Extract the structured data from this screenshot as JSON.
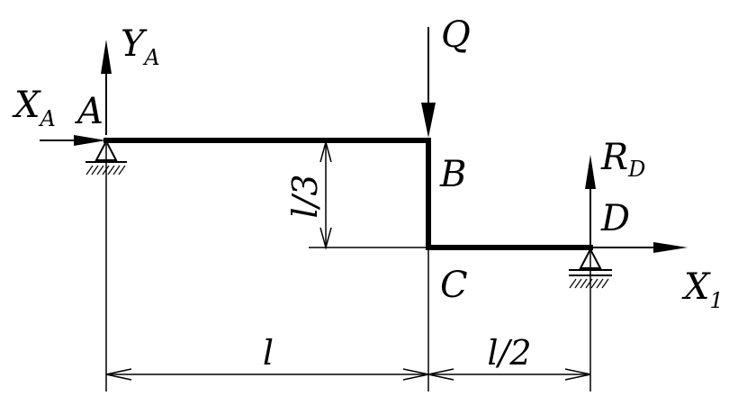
{
  "labels": {
    "point_a": "A",
    "point_b": "B",
    "point_c": "C",
    "point_d": "D",
    "force_q": "Q",
    "reaction_ya_main": "Y",
    "reaction_ya_sub": "A",
    "reaction_xa_main": "X",
    "reaction_xa_sub": "A",
    "reaction_rd_main": "R",
    "reaction_rd_sub": "D",
    "axis_x1_main": "X",
    "axis_x1_sub": "1"
  },
  "dimensions": {
    "span_ab": "l",
    "span_cd": "l/2",
    "height_bc": "l/3"
  },
  "colors": {
    "ink": "#000000",
    "background": "#ffffff"
  }
}
